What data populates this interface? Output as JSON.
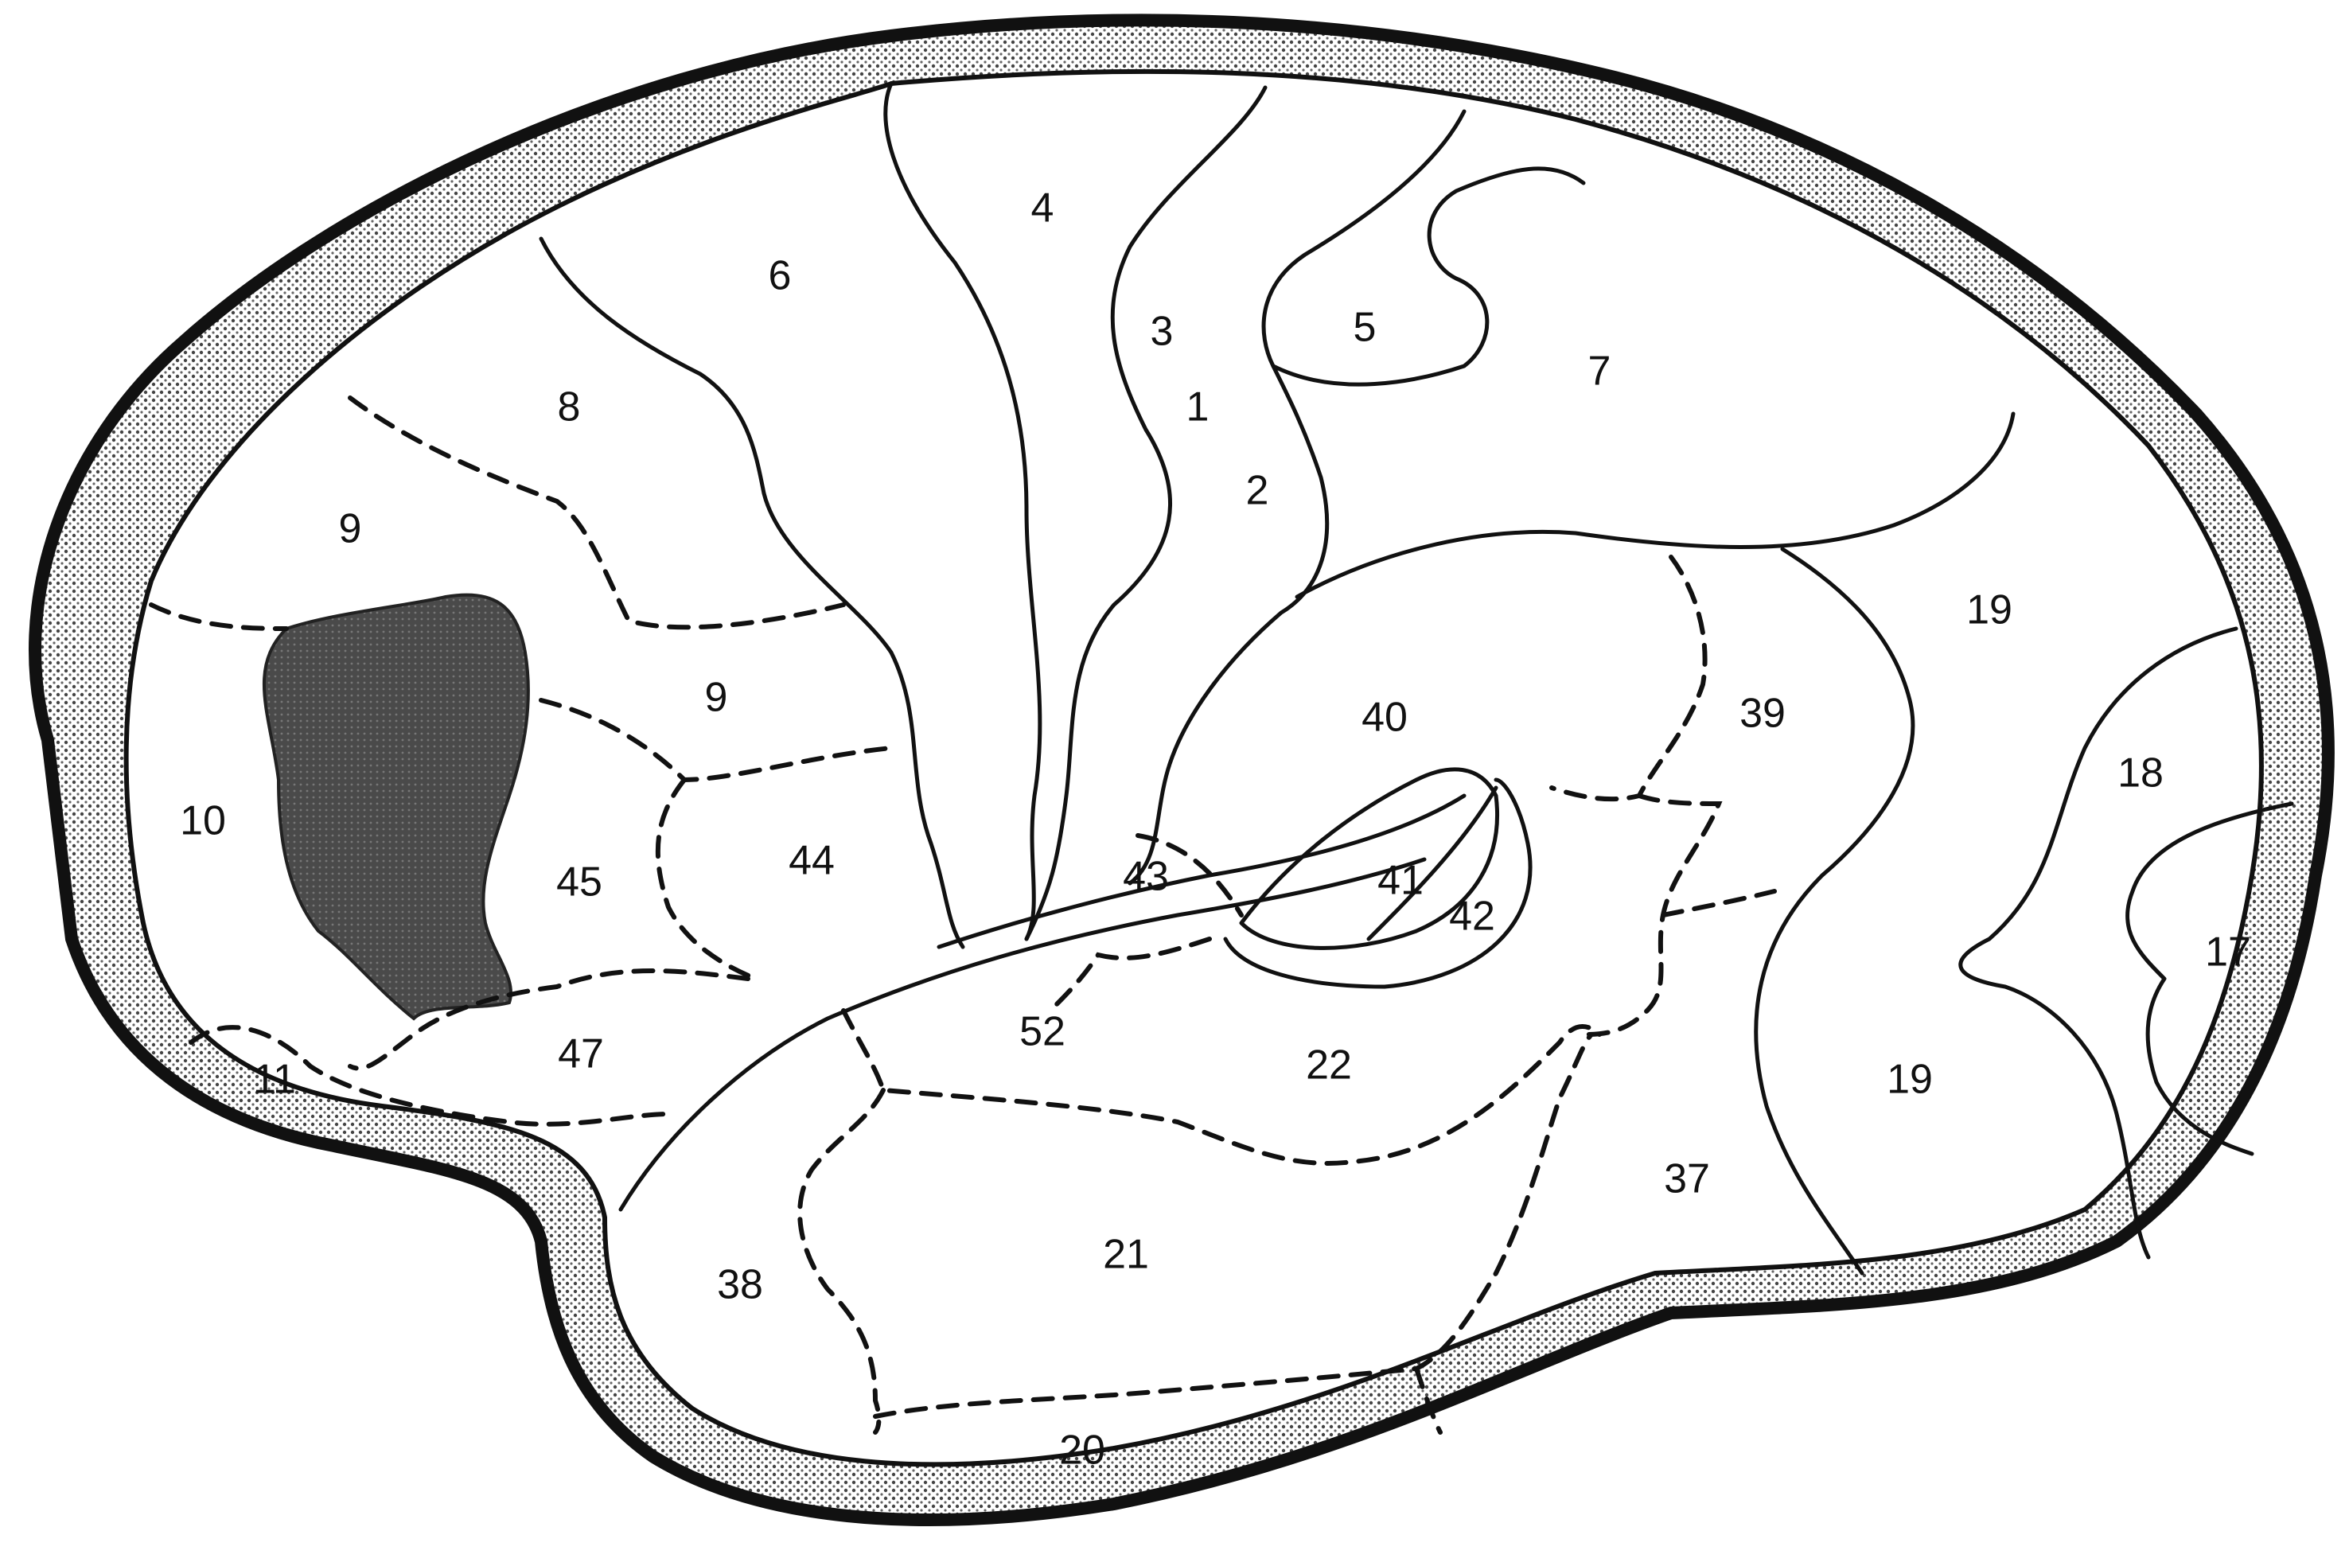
{
  "diagram": {
    "colors": {
      "background": "#ffffff",
      "rim": "#d8d8d8",
      "line": "#111111",
      "lesion": "#555555"
    },
    "areas": [
      "4",
      "6",
      "3",
      "1",
      "2",
      "5",
      "7",
      "8",
      "9",
      "9",
      "10",
      "45",
      "44",
      "43",
      "40",
      "39",
      "19",
      "18",
      "17",
      "19",
      "41",
      "42",
      "52",
      "22",
      "47",
      "11",
      "37",
      "21",
      "38",
      "20"
    ]
  }
}
